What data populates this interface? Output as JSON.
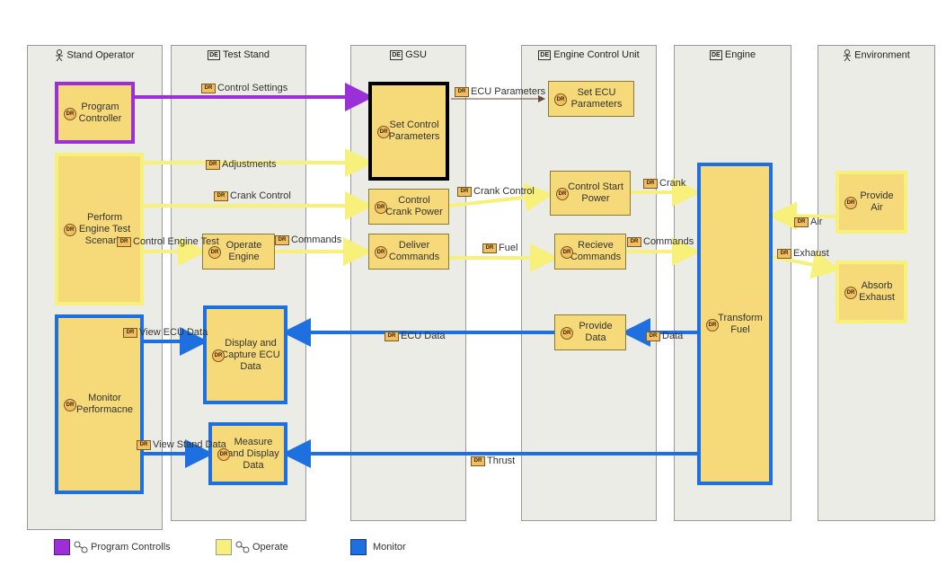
{
  "lanes": {
    "stand_operator": "Stand Operator",
    "test_stand": "Test Stand",
    "gsu": "GSU",
    "ecu": "Engine Control Unit",
    "engine": "Engine",
    "environment": "Environment"
  },
  "functions": {
    "program_controller": "Program Controller",
    "perform_test": "Perform Engine Test Scenario",
    "monitor_performance": "Monitor Performacne",
    "operate_engine": "Operate Engine",
    "display_capture": "Display and Capture ECU Data",
    "measure_display": "Measure and Display Data",
    "set_control_params": "Set Control Parameters",
    "control_crank_power": "Control Crank Power",
    "deliver_commands": "Deliver Commands",
    "set_ecu_params": "Set ECU Parameters",
    "control_start_power": "Control Start Power",
    "recieve_commands": "Recieve Commands",
    "provide_data": "Provide Data",
    "transform_fuel": "Transform Fuel",
    "provide_air": "Provide Air",
    "absorb_exhaust": "Absorb Exhaust"
  },
  "exchanges": {
    "control_settings": "Control Settings",
    "ecu_parameters": "ECU Parameters",
    "adjustments": "Adjustments",
    "crank_control_1": "Crank Control",
    "crank_control_2": "Crank Control",
    "crank": "Crank",
    "air": "Air",
    "control_engine_test": "Control Engine Test",
    "commands_1": "Commands",
    "fuel": "Fuel",
    "commands_2": "Commands",
    "exhaust": "Exhaust",
    "view_ecu_data": "View ECU Data",
    "ecu_data": "ECU Data",
    "data": "Data",
    "view_stand_data": "View Stand Data",
    "thrust": "Thrust"
  },
  "icons": {
    "function": "DR",
    "exchange": "DR",
    "entity": "DE"
  },
  "legend": [
    {
      "label": "Program Controlls",
      "color": "#9b30d9"
    },
    {
      "label": "Operate",
      "color": "#f7f07a"
    },
    {
      "label": "Monitor",
      "color": "#1e6fe0"
    }
  ],
  "colors": {
    "program": "#9b30d9",
    "operate": "#f7f07a",
    "monitor": "#1e6fe0",
    "function_fill": "#f6d978",
    "lane_fill": "#ebece6"
  }
}
